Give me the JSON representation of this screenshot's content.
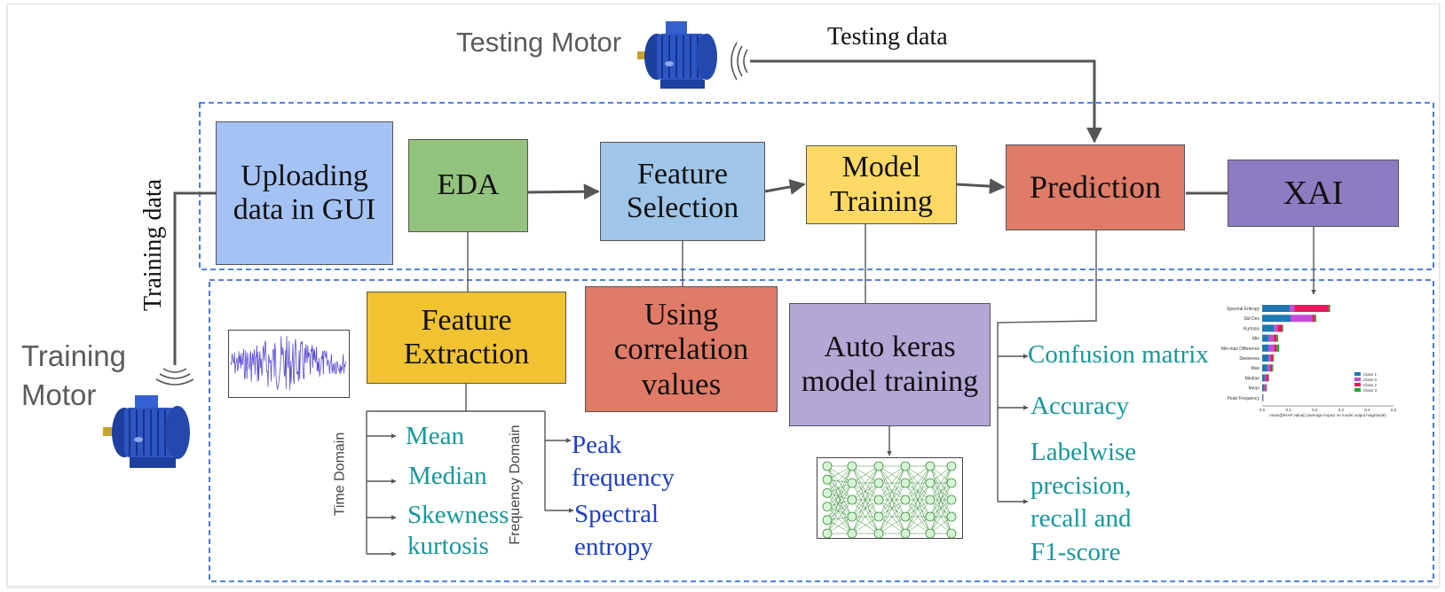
{
  "labels": {
    "testing_motor": "Testing Motor",
    "testing_data": "Testing data",
    "training_data": "Training data",
    "training_motor_line1": "Training",
    "training_motor_line2": "Motor"
  },
  "boxes": {
    "uploading": "Uploading data in GUI",
    "eda": "EDA",
    "feature_selection": "Feature Selection",
    "model_training": "Model Training",
    "prediction": "Prediction",
    "xai": "XAI",
    "feature_extraction": "Feature Extraction",
    "correlation": "Using correlation values",
    "autokeras": "Auto keras model training"
  },
  "domains": {
    "time": "Time Domain",
    "frequency": "Frequency Domain"
  },
  "time_features": [
    "Mean",
    "Median",
    "Skewness",
    "kurtosis"
  ],
  "freq_features": [
    "Peak frequency",
    "Spectral entropy"
  ],
  "metrics": [
    "Confusion matrix",
    "Accuracy",
    "Labelwise precision, recall and F1-score"
  ],
  "colors": {
    "uploading": "#a4c2f4",
    "eda": "#93c47d",
    "feature_selection": "#9fc5e8",
    "model_training": "#ffd966",
    "prediction": "#e07b67",
    "xai": "#8e7cc3",
    "feature_extraction": "#f1c232",
    "correlation": "#e07b67",
    "autokeras": "#b4a7d6",
    "dashed": "#1a56db",
    "teal": "#17979a"
  },
  "shap": {
    "features": [
      "Spectral Entropy",
      "Std Dev",
      "Kurtosis",
      "Min",
      "Min-max Difference",
      "Skewness",
      "Max",
      "Median",
      "Mean",
      "Peak Frequency"
    ],
    "classes": [
      "Class 1",
      "Class 0",
      "Class 2",
      "Class 3"
    ],
    "class_colors": [
      "#1f77b4",
      "#c44dd8",
      "#e8175d",
      "#2ca02c"
    ],
    "values": [
      [
        0.105,
        0.018,
        0.13,
        0.006
      ],
      [
        0.108,
        0.082,
        0.01,
        0.006
      ],
      [
        0.045,
        0.013,
        0.018,
        0.004
      ],
      [
        0.025,
        0.018,
        0.012,
        0.006
      ],
      [
        0.025,
        0.02,
        0.01,
        0.01
      ],
      [
        0.025,
        0.008,
        0.008,
        0.004
      ],
      [
        0.02,
        0.01,
        0.008,
        0.004
      ],
      [
        0.01,
        0.005,
        0.009,
        0.002
      ],
      [
        0.008,
        0.003,
        0.005,
        0.002
      ],
      [
        0.003,
        0.001,
        0.001,
        0.0
      ]
    ],
    "ticks": [
      "0.0",
      "0.1",
      "0.2",
      "0.3",
      "0.4",
      "0.5"
    ],
    "xlabel": "mean(|SHAP value|) (average impact on model output magnitude)"
  }
}
